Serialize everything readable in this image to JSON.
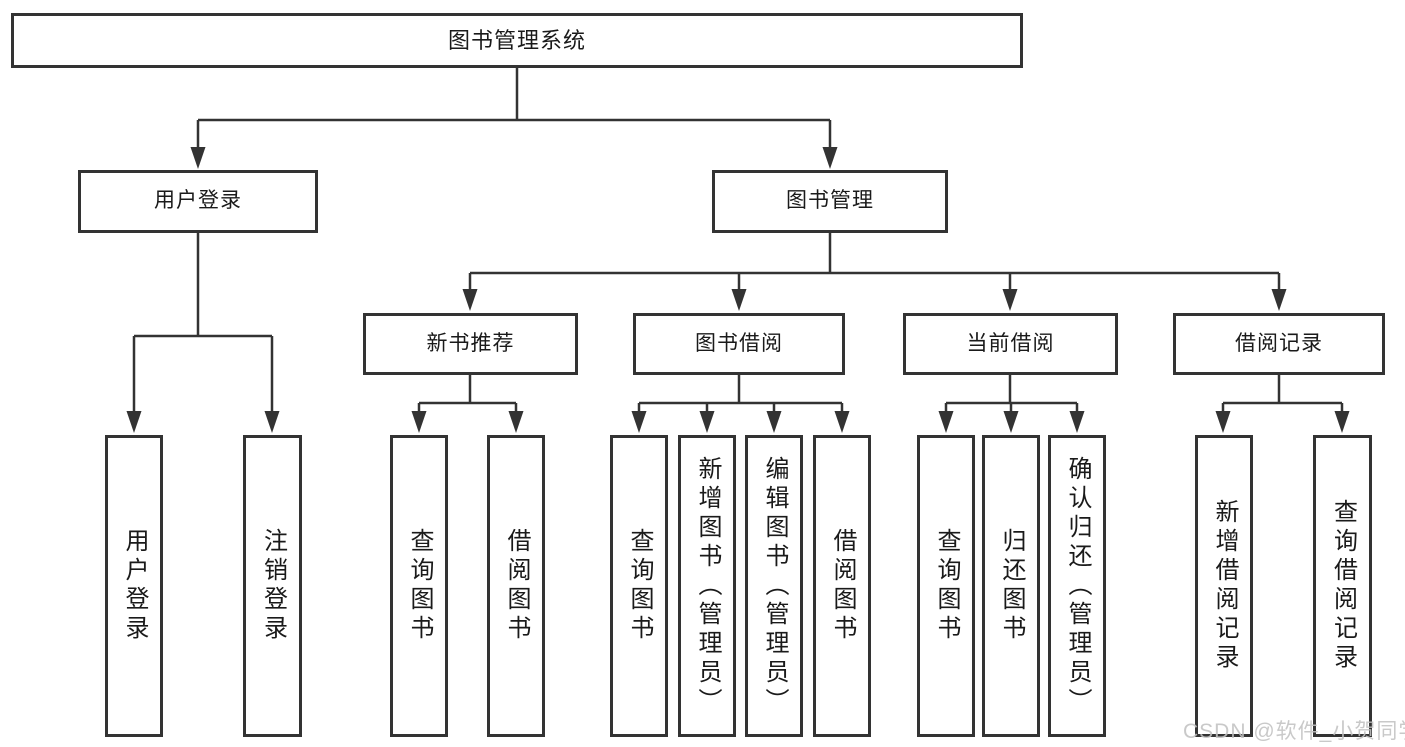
{
  "tree": {
    "label": "图书管理系统",
    "children": [
      {
        "label": "用户登录",
        "children": [
          {
            "label": "用户登录"
          },
          {
            "label": "注销登录"
          }
        ]
      },
      {
        "label": "图书管理",
        "children": [
          {
            "label": "新书推荐",
            "children": [
              {
                "label": "查询图书"
              },
              {
                "label": "借阅图书"
              }
            ]
          },
          {
            "label": "图书借阅",
            "children": [
              {
                "label": "查询图书"
              },
              {
                "label": "新增图书（管理员）"
              },
              {
                "label": "编辑图书（管理员）"
              },
              {
                "label": "借阅图书"
              }
            ]
          },
          {
            "label": "当前借阅",
            "children": [
              {
                "label": "查询图书"
              },
              {
                "label": "归还图书"
              },
              {
                "label": "确认归还（管理员）"
              }
            ]
          },
          {
            "label": "借阅记录",
            "children": [
              {
                "label": "新增借阅记录"
              },
              {
                "label": "查询借阅记录"
              }
            ]
          }
        ]
      }
    ]
  },
  "watermark": "CSDN @软件_小贺同学",
  "colors": {
    "line": "#333333",
    "box_border": "#333333",
    "text": "#1a1a1a",
    "watermark": "#c2c2c2",
    "background": "#ffffff"
  }
}
